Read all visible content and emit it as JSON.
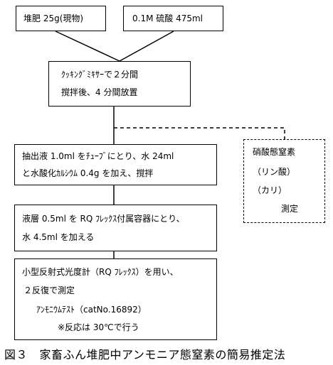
{
  "boxes": {
    "compost": "堆肥 25g(現物)",
    "acid": "0.1M 硫酸 475ml",
    "mix": [
      "ｸｯｷﾝｸﾞﾐｷｻｰで２分間",
      "撹拌後、4 分間放置"
    ],
    "extract": [
      "抽出液 1.0ml をﾁｭｰﾌﾞにとり、水 24ml",
      "と水酸化ｶﾙｼｳﾑ 0.4g を加え、撹拌"
    ],
    "supernatant": [
      "液層 0.5ml を RQ ﾌﾚｯｸｽ付属容器にとり、",
      "水 4.5ml を加える"
    ],
    "measure": [
      "小型反射式光度計（RQ ﾌﾚｯｸｽ）を用い、",
      "２反復で測定",
      "ｱﾝﾓﾆｳﾑﾃｽﾄ（catNo.16892）",
      "※反応は 30℃で行う"
    ],
    "side": [
      "硝酸態窒素",
      "（リン酸）",
      "（カリ）",
      "測定"
    ]
  },
  "caption": "図３　家畜ふん堆肥中アンモニア態窒素の簡易推定法"
}
